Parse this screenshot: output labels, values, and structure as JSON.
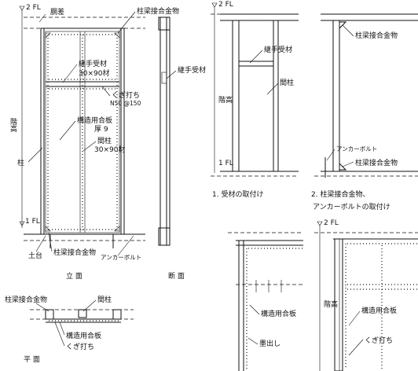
{
  "elevation": {
    "fl_top": "2 FL",
    "dousa": "胴差",
    "kaibo": "柱梁接合金物",
    "tsugite_uke": "継手受材",
    "tsugite_size": "30×90材",
    "kugi": "くぎ打ち",
    "kugi_spec": "N50 @150",
    "gohan": "構造用合板",
    "gohan_thk": "厚 9",
    "mabashira": "間柱",
    "mabashira_size": "30×90材",
    "hashira": "柱",
    "kaidaka": "階高",
    "fl_bottom": "1 FL",
    "dodai": "土台",
    "kanamono_bottom": "柱梁接合金物",
    "anchor": "アンカーボルト",
    "caption": "立 面"
  },
  "section": {
    "tsugite_uke": "継手受材",
    "caption": "断 面"
  },
  "plan": {
    "kaibo": "柱梁接合金物",
    "mabashira": "間柱",
    "gohan": "構造用合板",
    "kugi": "くぎ打ち",
    "caption": "平 面"
  },
  "step1": {
    "fl_top": "2 FL",
    "tsugite_uke": "継手受材",
    "mabashira": "間柱",
    "kaidaka": "階高",
    "fl_bottom": "1 FL",
    "caption": "1. 受材の取付け"
  },
  "step2": {
    "kaibo_top": "柱梁接合金物",
    "anchor": "アンカーボルト",
    "kaibo_bottom": "柱梁接合金物",
    "caption_1": "2. 柱梁接合金物、",
    "caption_2": "アンカーボルトの取付け"
  },
  "step3": {
    "gohan": "構造用合板",
    "sumidashi": "墨出し"
  },
  "step4": {
    "fl_top": "2 FL",
    "kaidaka": "階高",
    "gohan": "構造用合板",
    "kugi": "くぎ打ち"
  }
}
